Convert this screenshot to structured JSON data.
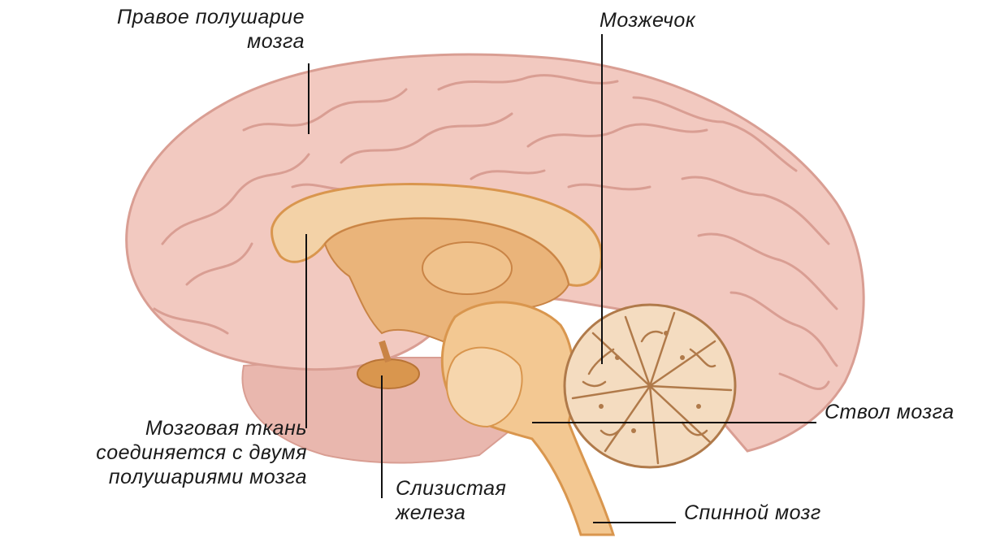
{
  "colors": {
    "cortex": "#f2c9c0",
    "cortex_dark": "#d99e93",
    "cortex_shadow": "#e3aaa0",
    "tissue": "#f3d2a7",
    "tissue_dark": "#d9964e",
    "cerebellum": "#f4dcc0",
    "cerebellum_line": "#b07a4a",
    "leader": "#111111"
  },
  "labels": {
    "right_hemisphere": {
      "line1": "Правое полушарие",
      "line2": "мозга"
    },
    "cerebellum": "Мозжечок",
    "corpus_callosum": {
      "line1": "Мозговая ткань",
      "line2": "соединяется с двумя",
      "line3": "полушариями мозга"
    },
    "pituitary": {
      "line1": "Слизистая",
      "line2": "железа"
    },
    "brainstem": "Ствол мозга",
    "spinal_cord": "Спинной мозг"
  }
}
